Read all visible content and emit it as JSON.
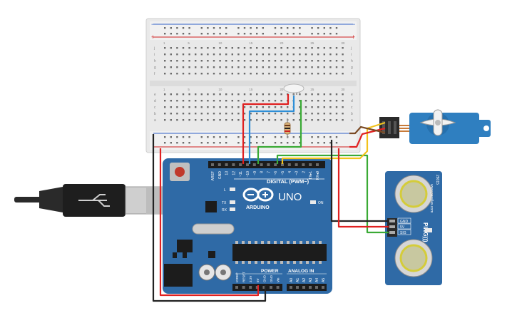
{
  "breadboard": {
    "rail_plus": "+",
    "rail_minus": "−",
    "col_numbers": [
      "1",
      "5",
      "10",
      "15",
      "20",
      "25",
      "30"
    ],
    "row_letters_top": [
      "j",
      "i",
      "h",
      "g",
      "f"
    ],
    "row_letters_bottom": [
      "e",
      "d",
      "c",
      "b",
      "a"
    ]
  },
  "arduino": {
    "brand": "ARDUINO",
    "model": "UNO",
    "digital_label": "DIGITAL (PWM~)",
    "analog_label": "ANALOG IN",
    "power_label": "POWER",
    "on_label": "ON",
    "l_label": "L",
    "tx_label": "TX",
    "rx_label": "RX",
    "digital_pins": [
      "AREF",
      "GND",
      "13",
      "12",
      "~11",
      "~10",
      "~9",
      "8",
      "7",
      "~6",
      "~5",
      "4",
      "~3",
      "2",
      "TX▸1",
      "RX◂0"
    ],
    "power_pins": [
      "IOREF",
      "RESET",
      "3.3V",
      "5V",
      "GND",
      "GND",
      "Vin"
    ],
    "analog_pins": [
      "A0",
      "A1",
      "A2",
      "A3",
      "A4",
      "A5"
    ]
  },
  "ping_sensor": {
    "pins": [
      "GND",
      "5V",
      "SIG"
    ],
    "brand_text": "www.parallax.com",
    "model_text": "PING)))",
    "side_text": "28015"
  },
  "colors": {
    "board": "#2f6aa6",
    "breadboard": "#e8e8e8",
    "wire_red": "#e02020",
    "wire_black": "#222222",
    "wire_green": "#3aaa35",
    "wire_yellow": "#f2c21b",
    "wire_blue": "#2e8fd8",
    "servo": "#2f7fc0"
  }
}
